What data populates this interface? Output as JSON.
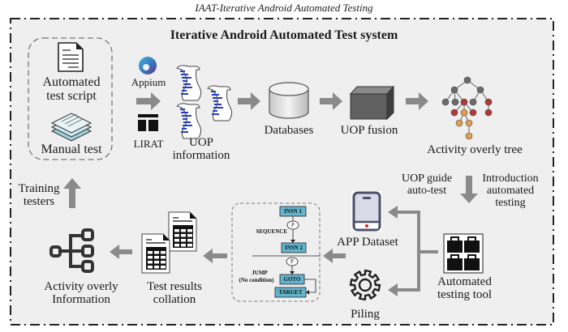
{
  "caption": "IAAT-Iterative Android Automated Testing",
  "system_title": "Iterative Android Automated Test system",
  "input_group": {
    "automated_test_script": "Automated\ntest script",
    "manual_test": "Manual test"
  },
  "tools": {
    "appium": "Appium",
    "lirat": "LIRAT"
  },
  "nodes": {
    "uop_information": "UOP\ninformation",
    "databases": "Databases",
    "uop_fusion": "UOP fusion",
    "activity_overly_tree": "Activity overly tree",
    "app_dataset": "APP Dataset",
    "automated_testing_tool": "Automated\ntesting tool",
    "piling": "Piling",
    "test_results_collation": "Test results\ncollation",
    "activity_overly_information": "Activity overly\nInformation"
  },
  "edge_labels": {
    "uop_guide_auto_test": "UOP guide\nauto-test",
    "introduction_automated_testing": "Introduction\nautomated\ntesting",
    "training_testers": "Training\ntesters"
  },
  "piling_detail": {
    "insn1": "INSN 1",
    "insn2": "INSN 2",
    "p": "P",
    "sequence": "SEQUENCE",
    "jump": "JUMP",
    "no_condition": "(No condition)",
    "goto": "GOTO",
    "target": "TARGET"
  },
  "colors": {
    "frame_bg": "#efefef",
    "arrow": "#8a8a8a",
    "insn_box": "#63b5cf",
    "tree_gray": "#6b6b6b",
    "tree_red": "#b03a3a",
    "tree_orange": "#e0a050",
    "phone_frame": "#4b4f6b",
    "phone_screen": "#d8dbe6",
    "phone_dot": "#e02020",
    "scroll_blue": "#2a3fc0",
    "cube": "#5a5a5a"
  }
}
